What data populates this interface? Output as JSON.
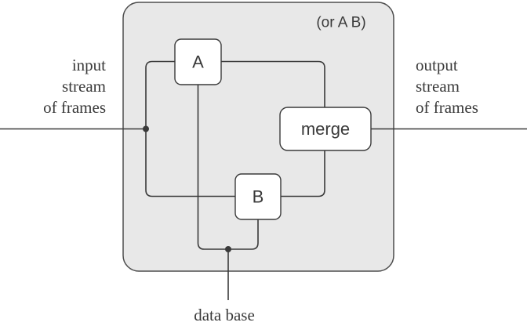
{
  "colors": {
    "background": "#ffffff",
    "container_fill": "#e8e8e8",
    "container_stroke": "#4d4d4d",
    "line_color": "#3a3a3a",
    "node_fill": "#ffffff",
    "text_color": "#3a3a3a"
  },
  "container": {
    "annotation": "(or A B)"
  },
  "nodes": {
    "a": {
      "label": "A"
    },
    "b": {
      "label": "B"
    },
    "merge": {
      "label": "merge"
    }
  },
  "outer_labels": {
    "input": {
      "lines": [
        "input",
        "stream",
        "of frames"
      ]
    },
    "output": {
      "lines": [
        "output",
        "stream",
        "of frames"
      ]
    },
    "database": {
      "label": "data base"
    }
  }
}
